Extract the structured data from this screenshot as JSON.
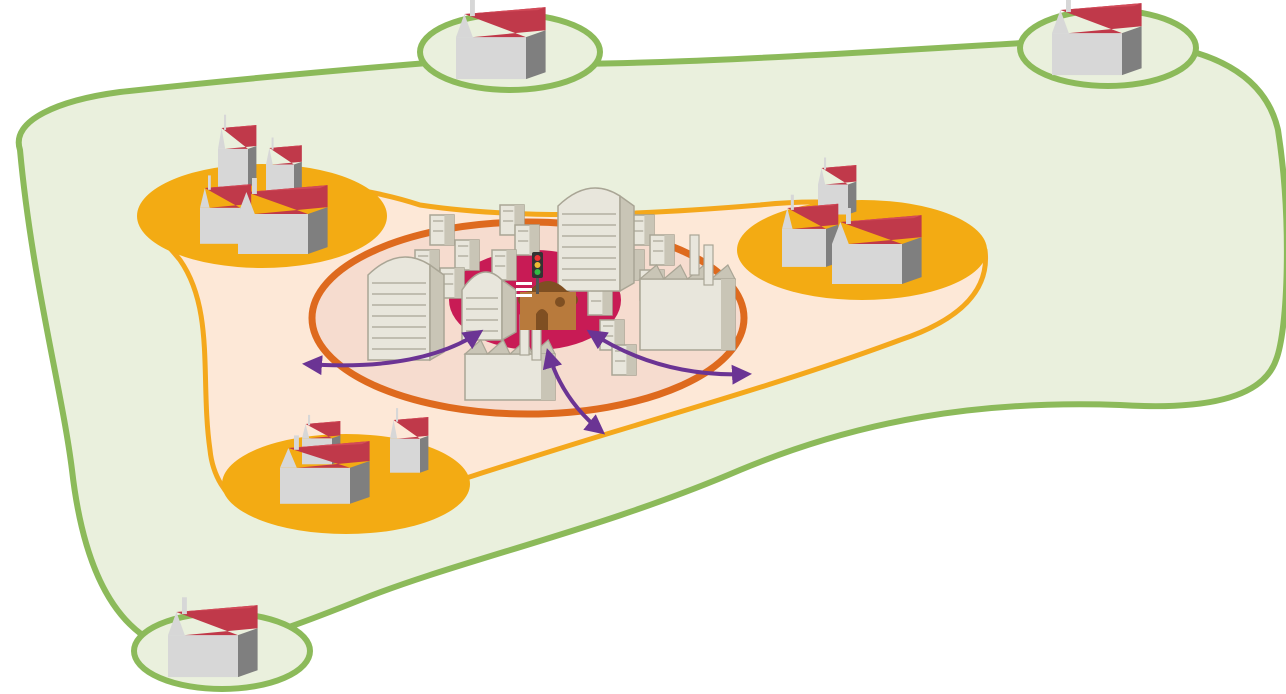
{
  "colors": {
    "rural_fill": "#eaf0dd",
    "rural_border": "#8cba5a",
    "periurban_fill": "#fde8d7",
    "periurban_border": "#f4a81c",
    "satellite_fill": "#f3ab13",
    "urban_fill": "#f6dccf",
    "urban_border": "#de6a1e",
    "center_fill": "#c81b55",
    "arrow": "#6b3494",
    "roof": "#c0394a",
    "roof_light": "#d24a58",
    "wall_front": "#d7d7d7",
    "wall_side": "#7f7f7f",
    "building_light": "#e8e6dc",
    "building_shade": "#c9c5b6",
    "building_edge": "#a9a595",
    "church": "#b87a3c",
    "church_dark": "#7f4f22"
  },
  "zones": [
    {
      "name": "rural-zone"
    },
    {
      "name": "periurban-zone"
    },
    {
      "name": "urban-zone"
    },
    {
      "name": "city-center"
    }
  ],
  "icons": [
    "house-icon",
    "office-building-icon",
    "apartment-block-icon",
    "factory-icon",
    "church-icon",
    "traffic-light-icon",
    "crosswalk-icon",
    "arrow-icon"
  ]
}
